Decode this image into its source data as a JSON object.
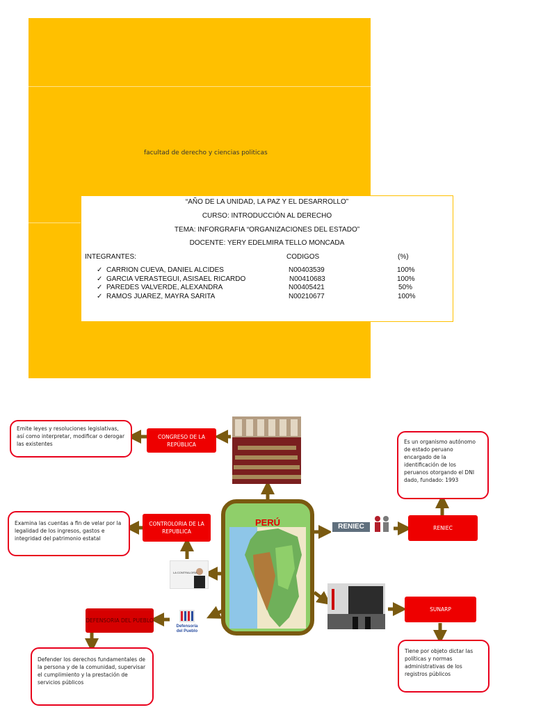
{
  "cover": {
    "faculty": "facultad de derecho y ciencias politicas",
    "year_motto": "“AÑO DE LA UNIDAD, LA PAZ Y EL DESARROLLO”",
    "course": "CURSO: INTRODUCCIÓN AL DERECHO",
    "topic": "TEMA: INFORGRAFIA “ORGANIZACIONES DEL ESTADO”",
    "teacher": "DOCENTE: YERY EDELMIRA TELLO MONCADA",
    "members_header": "INTEGRANTES:",
    "codes_header": "CODIGOS",
    "percent_header": "(%)",
    "check": "✓",
    "members": [
      {
        "name": "CARRION CUEVA, DANIEL ALCIDES",
        "code": "N00403539",
        "pct": "100%"
      },
      {
        "name": "GARCIA VERASTEGUI, ASISAEL RICARDO",
        "code": "N00410683",
        "pct": "100%"
      },
      {
        "name": "PAREDES VALVERDE, ALEXANDRA",
        "code": "N00405421",
        "pct": "50%"
      },
      {
        "name": "RAMOS JUAREZ, MAYRA SARITA",
        "code": "N00210677",
        "pct": "100%"
      }
    ]
  },
  "infographic": {
    "center_title": "PERÚ",
    "congreso": {
      "label": "CONGRESO DE LA REPÚBLICA",
      "desc": "Emite leyes y resoluciones legislativas, así como interpretar, modificar o derogar las existentes"
    },
    "contraloria": {
      "label": "CONTROLORIA DE LA REPUBLICA",
      "desc": "Examina las cuentas a fin de velar por la legalidad de los ingresos, gastos e integridad del patrimonio estatal",
      "logo_text": "LA CONTRALORÍA"
    },
    "defensoria": {
      "label": "DEFENSORIA DEL PUEBLO",
      "desc": "Defender los derechos fundamentales de la persona y de la comunidad, supervisar el cumplimiento y la prestación de servicios públicos",
      "logo_text_1": "Defensoría",
      "logo_text_2": "del Pueblo"
    },
    "reniec": {
      "label": "RENIEC",
      "desc": "Es un organismo autónomo de estado peruano encargado de la identificación de los peruanos otorgando el DNI dado, fundado: 1993",
      "logo_text": "RENIEC"
    },
    "sunarp": {
      "label": "SUNARP",
      "desc": "Tiene por objeto dictar las políticas y normas administrativas de los registros públicos"
    },
    "colors": {
      "cover": "#ffc000",
      "red_box": "#ee0000",
      "arrow": "#7a5a10",
      "border": "#e8001c"
    }
  }
}
